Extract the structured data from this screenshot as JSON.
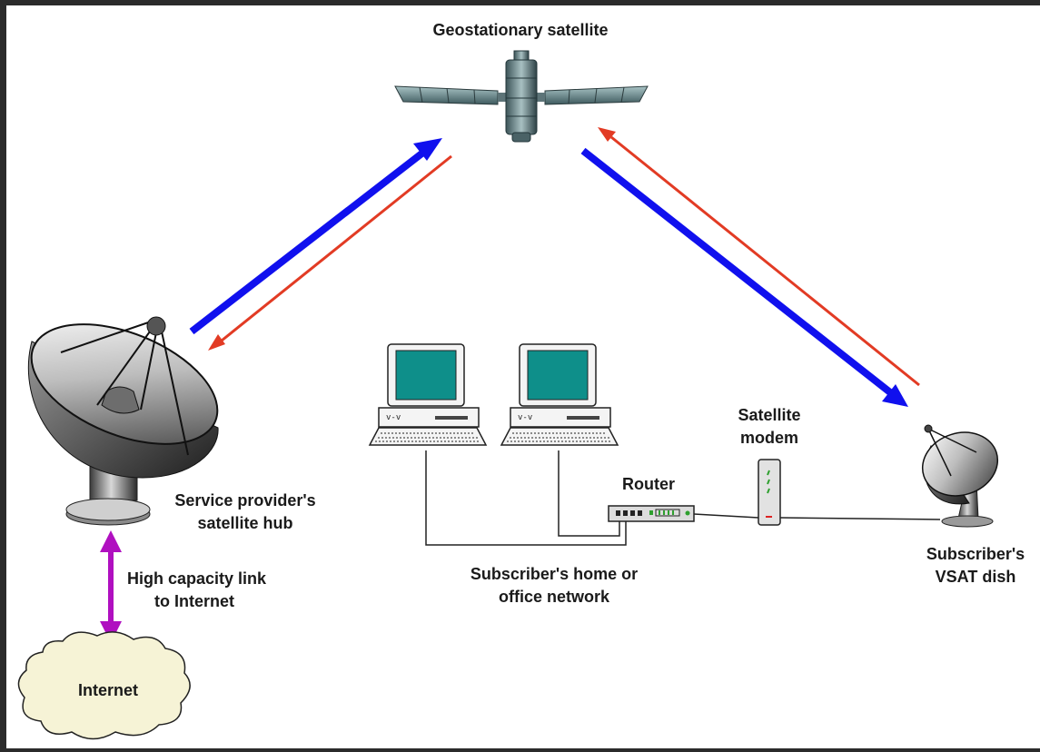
{
  "labels": {
    "satellite": "Geostationary satellite",
    "hub_line1": "Service provider's",
    "hub_line2": "satellite hub",
    "link_line1": "High capacity link",
    "link_line2": "to Internet",
    "internet": "Internet",
    "network_line1": "Subscriber's home or",
    "network_line2": "office network",
    "router": "Router",
    "modem_line1": "Satellite",
    "modem_line2": "modem",
    "dish_line1": "Subscriber's",
    "dish_line2": "VSAT dish"
  },
  "colors": {
    "downlink": "#1010ee",
    "uplink": "#e23b24",
    "internet_link": "#b010c0",
    "screen": "#0e8f8a",
    "cloud": "#f6f3d6"
  }
}
